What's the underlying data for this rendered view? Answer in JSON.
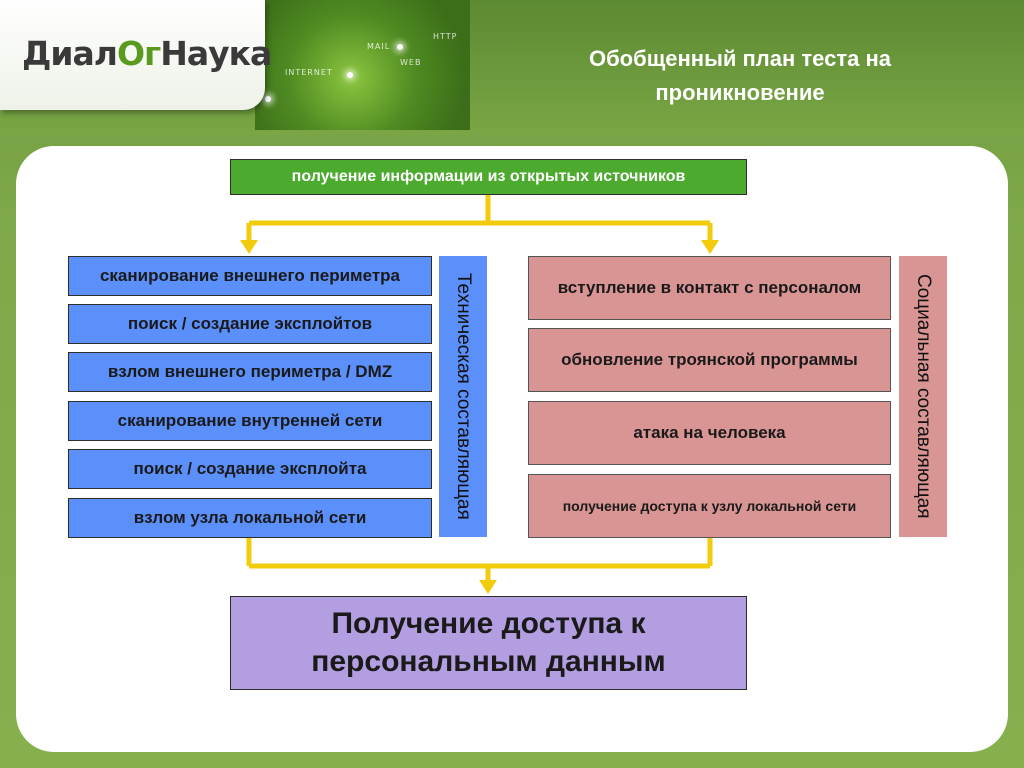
{
  "logo": {
    "part1": "Диал",
    "accent": "Ог",
    "part2": "Наука"
  },
  "globe_words": [
    "MAIL",
    "HTTP",
    "WEB",
    "INTERNET"
  ],
  "title": {
    "line1": "Обобщенный план теста на",
    "line2": "проникновение"
  },
  "top_box": "получение информации из открытых источников",
  "technical": {
    "label": "Техническая составляющая",
    "steps": [
      "сканирование внешнего периметра",
      "поиск / создание эксплойтов",
      "взлом внешнего периметра / DMZ",
      "сканирование внутренней сети",
      "поиск / создание эксплойта",
      "взлом узла локальной сети"
    ]
  },
  "social": {
    "label": "Социальная составляющая",
    "steps": [
      "вступление в контакт с персоналом",
      "обновление троянской программы",
      "атака на человека",
      "получение доступа к узлу локальной сети"
    ]
  },
  "result": {
    "line1": "Получение доступа к",
    "line2": "персональным данным"
  },
  "colors": {
    "background": "#7fa94a",
    "top_box": "#4caa2e",
    "technical": "#5b8ff9",
    "social": "#d99594",
    "result": "#b29ee0",
    "connector": "#f2cc0c"
  }
}
